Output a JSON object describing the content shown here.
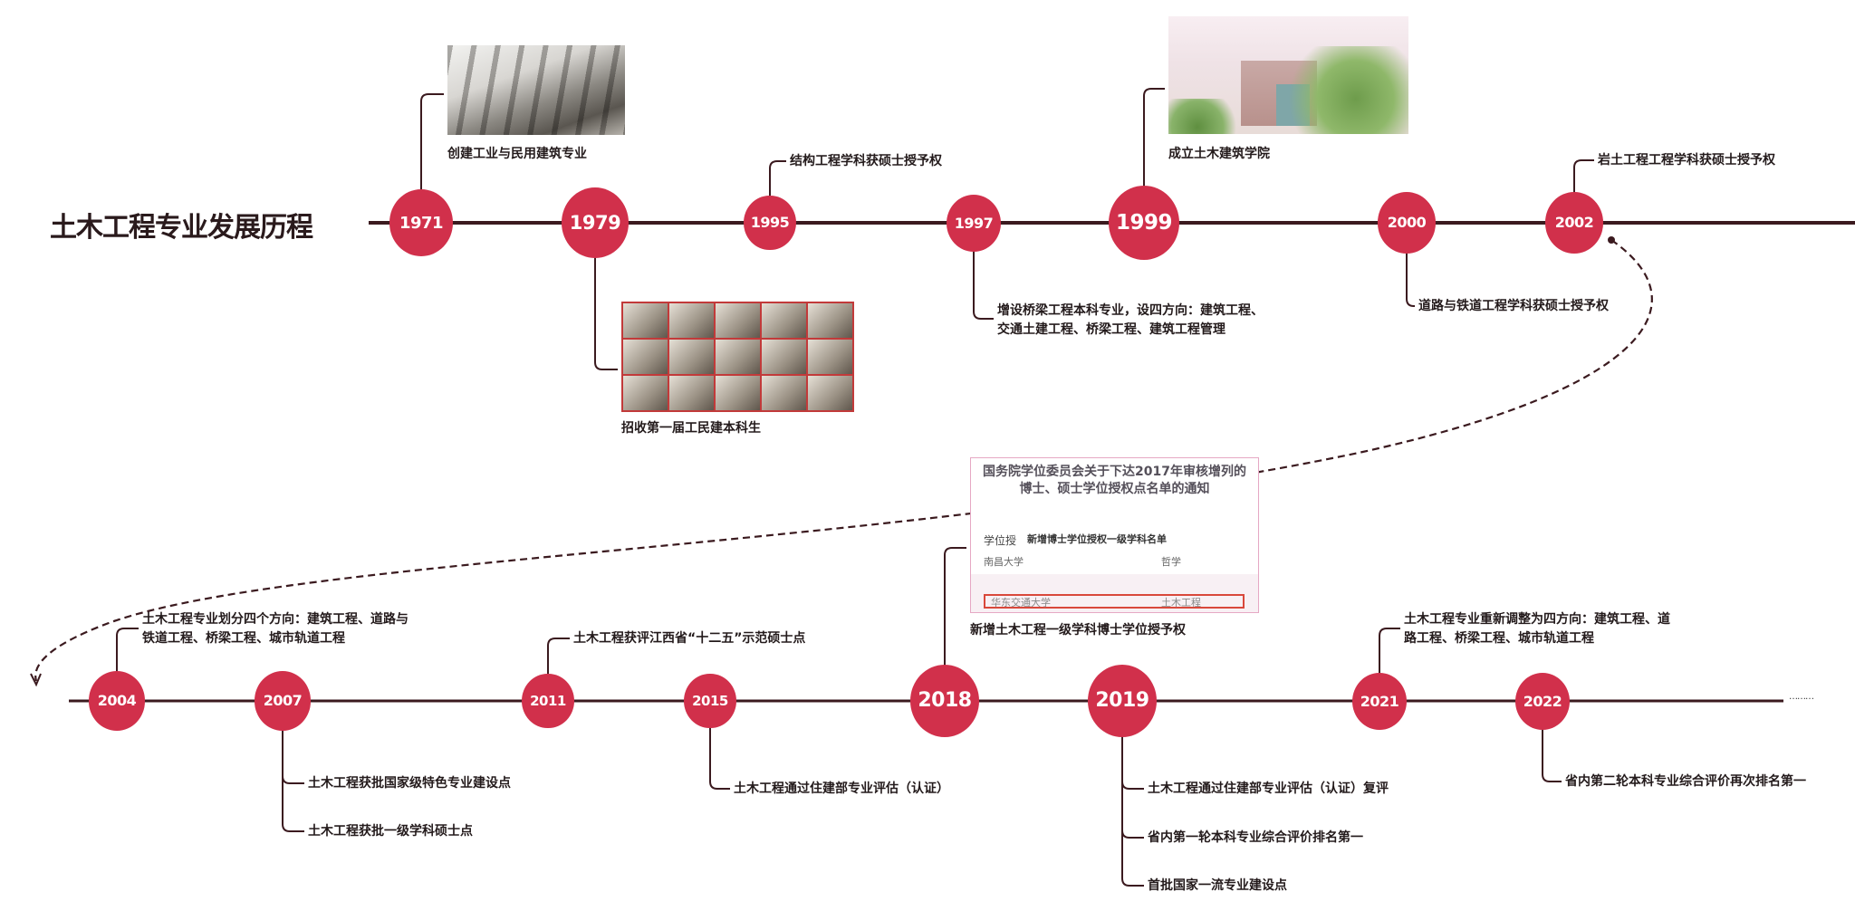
{
  "title": "土木工程专业发展历程",
  "colors": {
    "node": "#d1304b",
    "line": "#3b1a1f",
    "text": "#231a1b"
  },
  "events": [
    {
      "year": "1971",
      "items": [
        "创建工业与民用建筑专业"
      ],
      "image": "classroom-photo"
    },
    {
      "year": "1979",
      "items": [
        "招收第一届工民建本科生"
      ],
      "image": "photo-collage"
    },
    {
      "year": "1995",
      "items": [
        "结构工程学科获硕士授予权"
      ]
    },
    {
      "year": "1997",
      "items": [
        "增设桥梁工程本科专业，设四方向：建筑工程、\n交通土建工程、桥梁工程、建筑工程管理"
      ]
    },
    {
      "year": "1999",
      "items": [
        "成立土木建筑学院"
      ],
      "image": "building-photo"
    },
    {
      "year": "2000",
      "items": [
        "道路与铁道工程学科获硕士授予权"
      ]
    },
    {
      "year": "2002",
      "items": [
        "岩土工程工程学科获硕士授予权"
      ]
    },
    {
      "year": "2004",
      "items": [
        "土木工程专业划分四个方向：建筑工程、道路与\n铁道工程、桥梁工程、城市轨道工程"
      ]
    },
    {
      "year": "2007",
      "items": [
        "土木工程获批国家级特色专业建设点",
        "土木工程获批一级学科硕士点"
      ]
    },
    {
      "year": "2011",
      "items": [
        "土木工程获评江西省“十二五”示范硕士点"
      ]
    },
    {
      "year": "2015",
      "items": [
        "土木工程通过住建部专业评估（认证）"
      ]
    },
    {
      "year": "2018",
      "items": [
        "新增土木工程一级学科博士学位授予权"
      ],
      "image": "document-excerpt"
    },
    {
      "year": "2019",
      "items": [
        "土木工程通过住建部专业评估（认证）复评",
        "省内第一轮本科专业综合评价排名第一",
        "首批国家一流专业建设点"
      ]
    },
    {
      "year": "2021",
      "items": [
        "土木工程专业重新调整为四方向：建筑工程、道\n路工程、桥梁工程、城市轨道工程"
      ]
    },
    {
      "year": "2022",
      "items": [
        "省内第二轮本科专业综合评价再次排名第一"
      ]
    }
  ],
  "document": {
    "title": "国务院学位委员会关于下达2017年审核增列的\n博士、硕士学位授权点名单的通知",
    "header_left": "学位授",
    "header_right": "新增博士学位授权一级学科名单",
    "row1_left": "南昌大学",
    "row1_right": "哲学",
    "row2_left": "华东交通大学",
    "row2_right": "土木工程"
  },
  "continuation": "………"
}
